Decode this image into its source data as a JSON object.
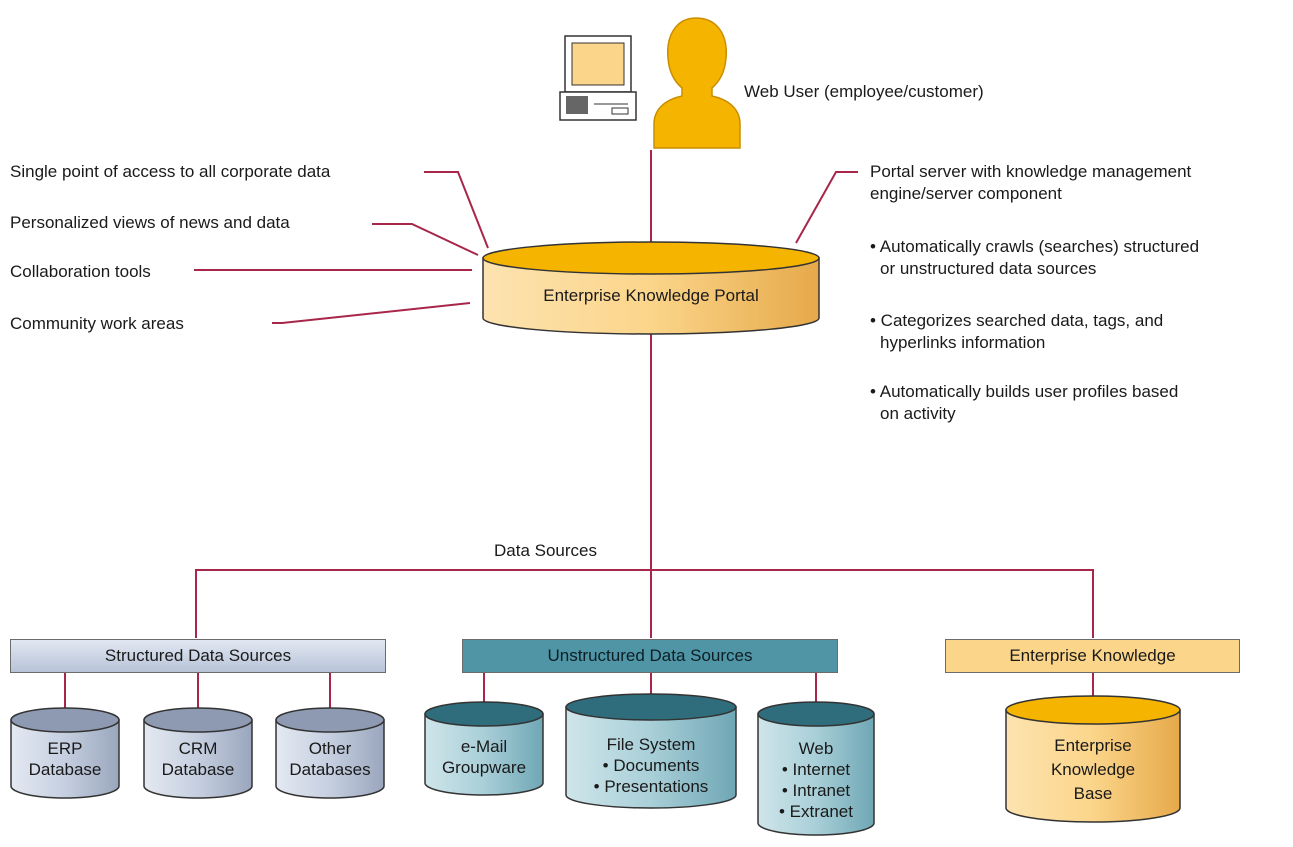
{
  "user": {
    "label": "Web User (employee/customer)",
    "icons": [
      "computer-icon",
      "person-icon"
    ]
  },
  "features": [
    "Single point of access to all corporate data",
    "Personalized views of news and data",
    "Collaboration tools",
    "Community work areas"
  ],
  "portal": {
    "label": "Enterprise Knowledge Portal"
  },
  "server": {
    "heading_lines": [
      "Portal server with knowledge management",
      "engine/server component"
    ],
    "bullets": [
      [
        "• Automatically crawls (searches) structured",
        "or unstructured data sources"
      ],
      [
        "• Categorizes searched data, tags, and",
        "hyperlinks information"
      ],
      [
        "• Automatically builds user profiles based",
        "on activity"
      ]
    ]
  },
  "data_sources_label": "Data Sources",
  "groups": {
    "structured": {
      "label": "Structured Data Sources",
      "items": [
        [
          "ERP",
          "Database"
        ],
        [
          "CRM",
          "Database"
        ],
        [
          "Other",
          "Databases"
        ]
      ]
    },
    "unstructured": {
      "label": "Unstructured Data Sources",
      "items": [
        [
          "e-Mail",
          "Groupware"
        ],
        [
          "File System",
          "• Documents",
          "• Presentations"
        ],
        [
          "Web",
          "• Internet",
          "• Intranet",
          "• Extranet"
        ]
      ]
    },
    "knowledge": {
      "label": "Enterprise Knowledge",
      "items": [
        [
          "Enterprise",
          "Knowledge",
          "Base"
        ]
      ]
    }
  },
  "colors": {
    "line": "#a8264a",
    "gold": "#f5b400",
    "gold_light": "#fbd58a",
    "gold_dark": "#c98e00",
    "blue_gray": "#c5cfe0",
    "blue_gray_dark": "#8e9ab2",
    "teal": "#4f95a6",
    "teal_dark": "#2f6d7c",
    "teal_light": "#a9cfd8",
    "peach": "#fbd58a"
  }
}
